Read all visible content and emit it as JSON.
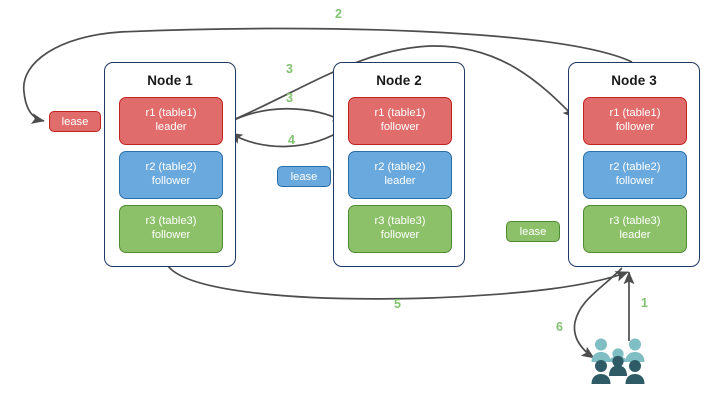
{
  "diagram": {
    "title": "distributed-lease-raft-replica-diagram",
    "colors": {
      "replica_red": "#e06c6c",
      "replica_red_border": "#c0231f",
      "replica_blue": "#6aa9dd",
      "replica_blue_border": "#2a6fa8",
      "replica_green": "#8dc169",
      "replica_green_border": "#4e8a32",
      "node_border": "#1f3864",
      "edge": "#4d4d4d",
      "step_label": "#82c272",
      "users_light": "#7fbec2",
      "users_dark": "#2f5b66"
    },
    "nodes": [
      {
        "id": "node1",
        "title": "Node 1",
        "replicas": [
          {
            "name": "r1 (table1)",
            "role": "leader",
            "color": "red"
          },
          {
            "name": "r2 (table2)",
            "role": "follower",
            "color": "blue"
          },
          {
            "name": "r3 (table3)",
            "role": "follower",
            "color": "green"
          }
        ]
      },
      {
        "id": "node2",
        "title": "Node 2",
        "replicas": [
          {
            "name": "r1 (table1)",
            "role": "follower",
            "color": "red"
          },
          {
            "name": "r2 (table2)",
            "role": "leader",
            "color": "blue"
          },
          {
            "name": "r3 (table3)",
            "role": "follower",
            "color": "green"
          }
        ]
      },
      {
        "id": "node3",
        "title": "Node 3",
        "replicas": [
          {
            "name": "r1 (table1)",
            "role": "follower",
            "color": "red"
          },
          {
            "name": "r2 (table2)",
            "role": "follower",
            "color": "blue"
          },
          {
            "name": "r3 (table3)",
            "role": "leader",
            "color": "green"
          }
        ]
      }
    ],
    "leases": [
      {
        "id": "lease-red",
        "label": "lease",
        "color": "red"
      },
      {
        "id": "lease-blue",
        "label": "lease",
        "color": "blue"
      },
      {
        "id": "lease-green",
        "label": "lease",
        "color": "green"
      }
    ],
    "steps": [
      {
        "id": "step-1",
        "label": "1"
      },
      {
        "id": "step-2",
        "label": "2"
      },
      {
        "id": "step-3a",
        "label": "3"
      },
      {
        "id": "step-3b",
        "label": "3"
      },
      {
        "id": "step-4",
        "label": "4"
      },
      {
        "id": "step-5",
        "label": "5"
      },
      {
        "id": "step-6",
        "label": "6"
      }
    ],
    "users_icon": "users-group-icon"
  }
}
